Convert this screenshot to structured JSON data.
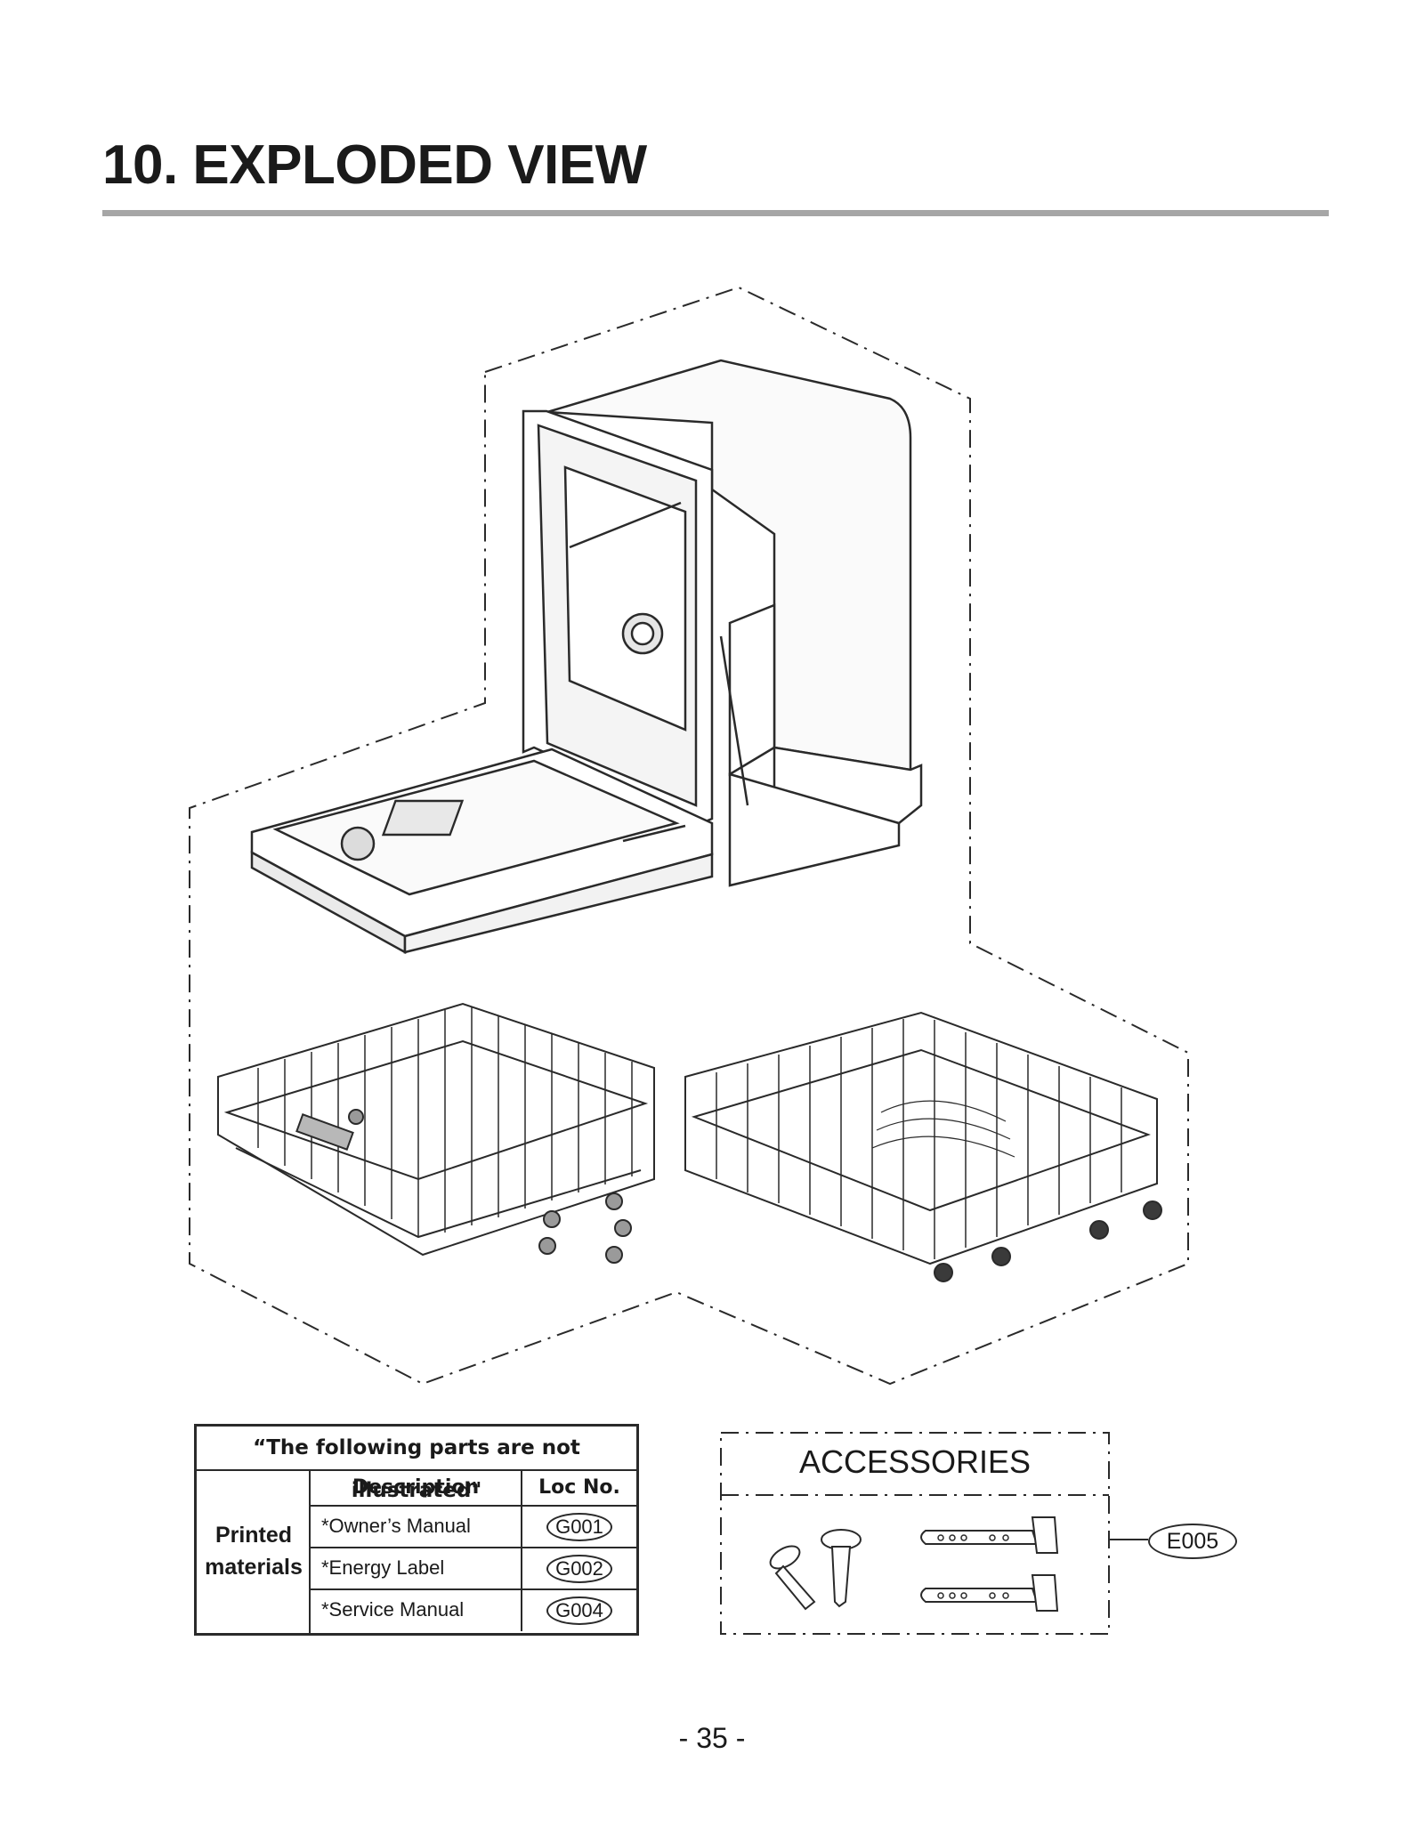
{
  "page": {
    "title": "10. EXPLODED VIEW",
    "page_number": "- 35 -"
  },
  "not_illustrated": {
    "heading": "“The following parts are not illustrated\"",
    "col_description": "Description",
    "col_loc": "Loc No.",
    "group_label": "Printed materials",
    "rows": [
      {
        "description": "*Owner’s Manual",
        "loc": "G001"
      },
      {
        "description": "*Energy Label",
        "loc": "G002"
      },
      {
        "description": "*Service Manual",
        "loc": "G004"
      }
    ]
  },
  "accessories": {
    "title": "ACCESSORIES",
    "loc": "E005"
  }
}
